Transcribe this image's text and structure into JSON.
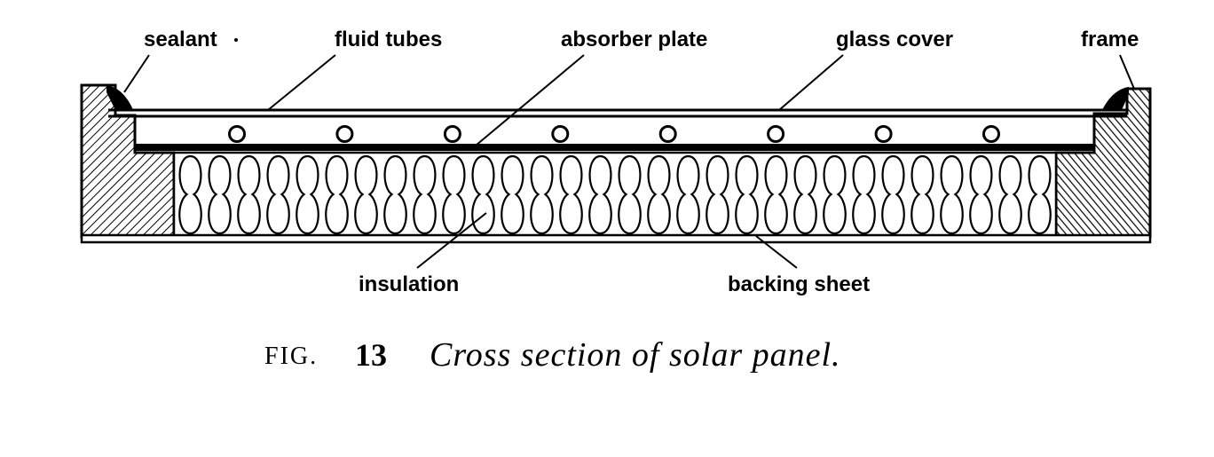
{
  "labels": {
    "sealant": "sealant",
    "fluid_tubes": "fluid tubes",
    "absorber_plate": "absorber plate",
    "glass_cover": "glass cover",
    "frame": "frame",
    "insulation": "insulation",
    "backing_sheet": "backing sheet"
  },
  "caption": {
    "fig_prefix": "FIG.",
    "fig_number": "13",
    "text": "Cross section of solar panel."
  },
  "components": {
    "fluid_tube_count": 8,
    "insulation_loop_count": 30
  },
  "colors": {
    "ink": "#000000",
    "paper": "#ffffff"
  }
}
